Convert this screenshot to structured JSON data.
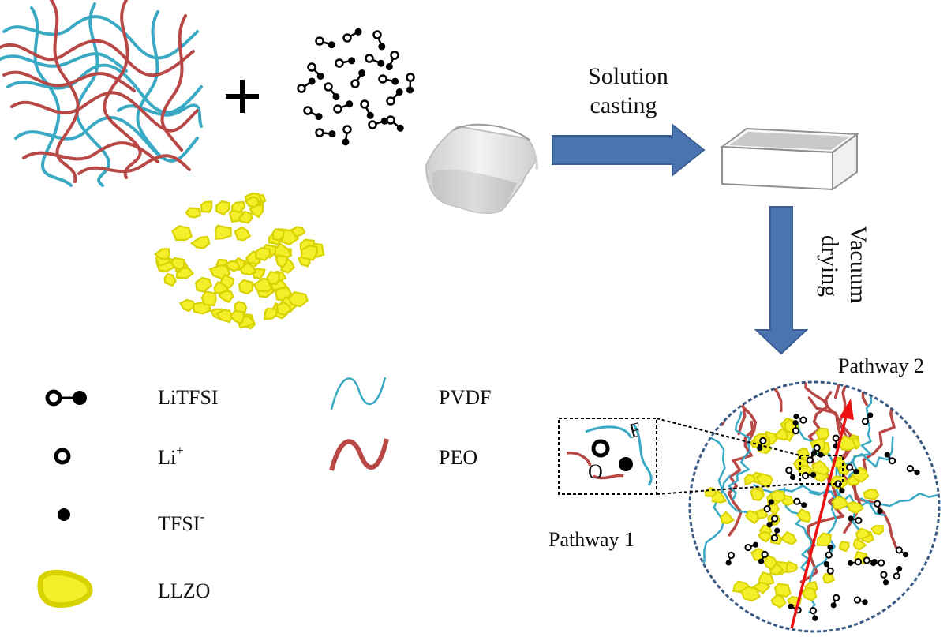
{
  "labels": {
    "solution_casting_line1": "Solution",
    "solution_casting_line2": "casting",
    "vacuum_drying_line1": "Vacuum",
    "vacuum_drying_line2": "drying",
    "pathway1": "Pathway 1",
    "pathway2": "Pathway 2",
    "zoom_f": "F",
    "zoom_o": "O"
  },
  "legend": {
    "litfsi": "LiTFSI",
    "li_base": "Li",
    "li_sup": "+",
    "tfsi_base": "TFSI",
    "tfsi_sup": "-",
    "llzo": "LLZO",
    "pvdf": "PVDF",
    "peo": "PEO"
  },
  "colors": {
    "pvdf": "#3aa9c4",
    "peo": "#b74846",
    "llzo_fill": "#f4ef2a",
    "llzo_stroke": "#d8d200",
    "arrow": "#4a74b0",
    "pathway_arrow": "#ee1111",
    "circle_border": "#3b5b86"
  }
}
